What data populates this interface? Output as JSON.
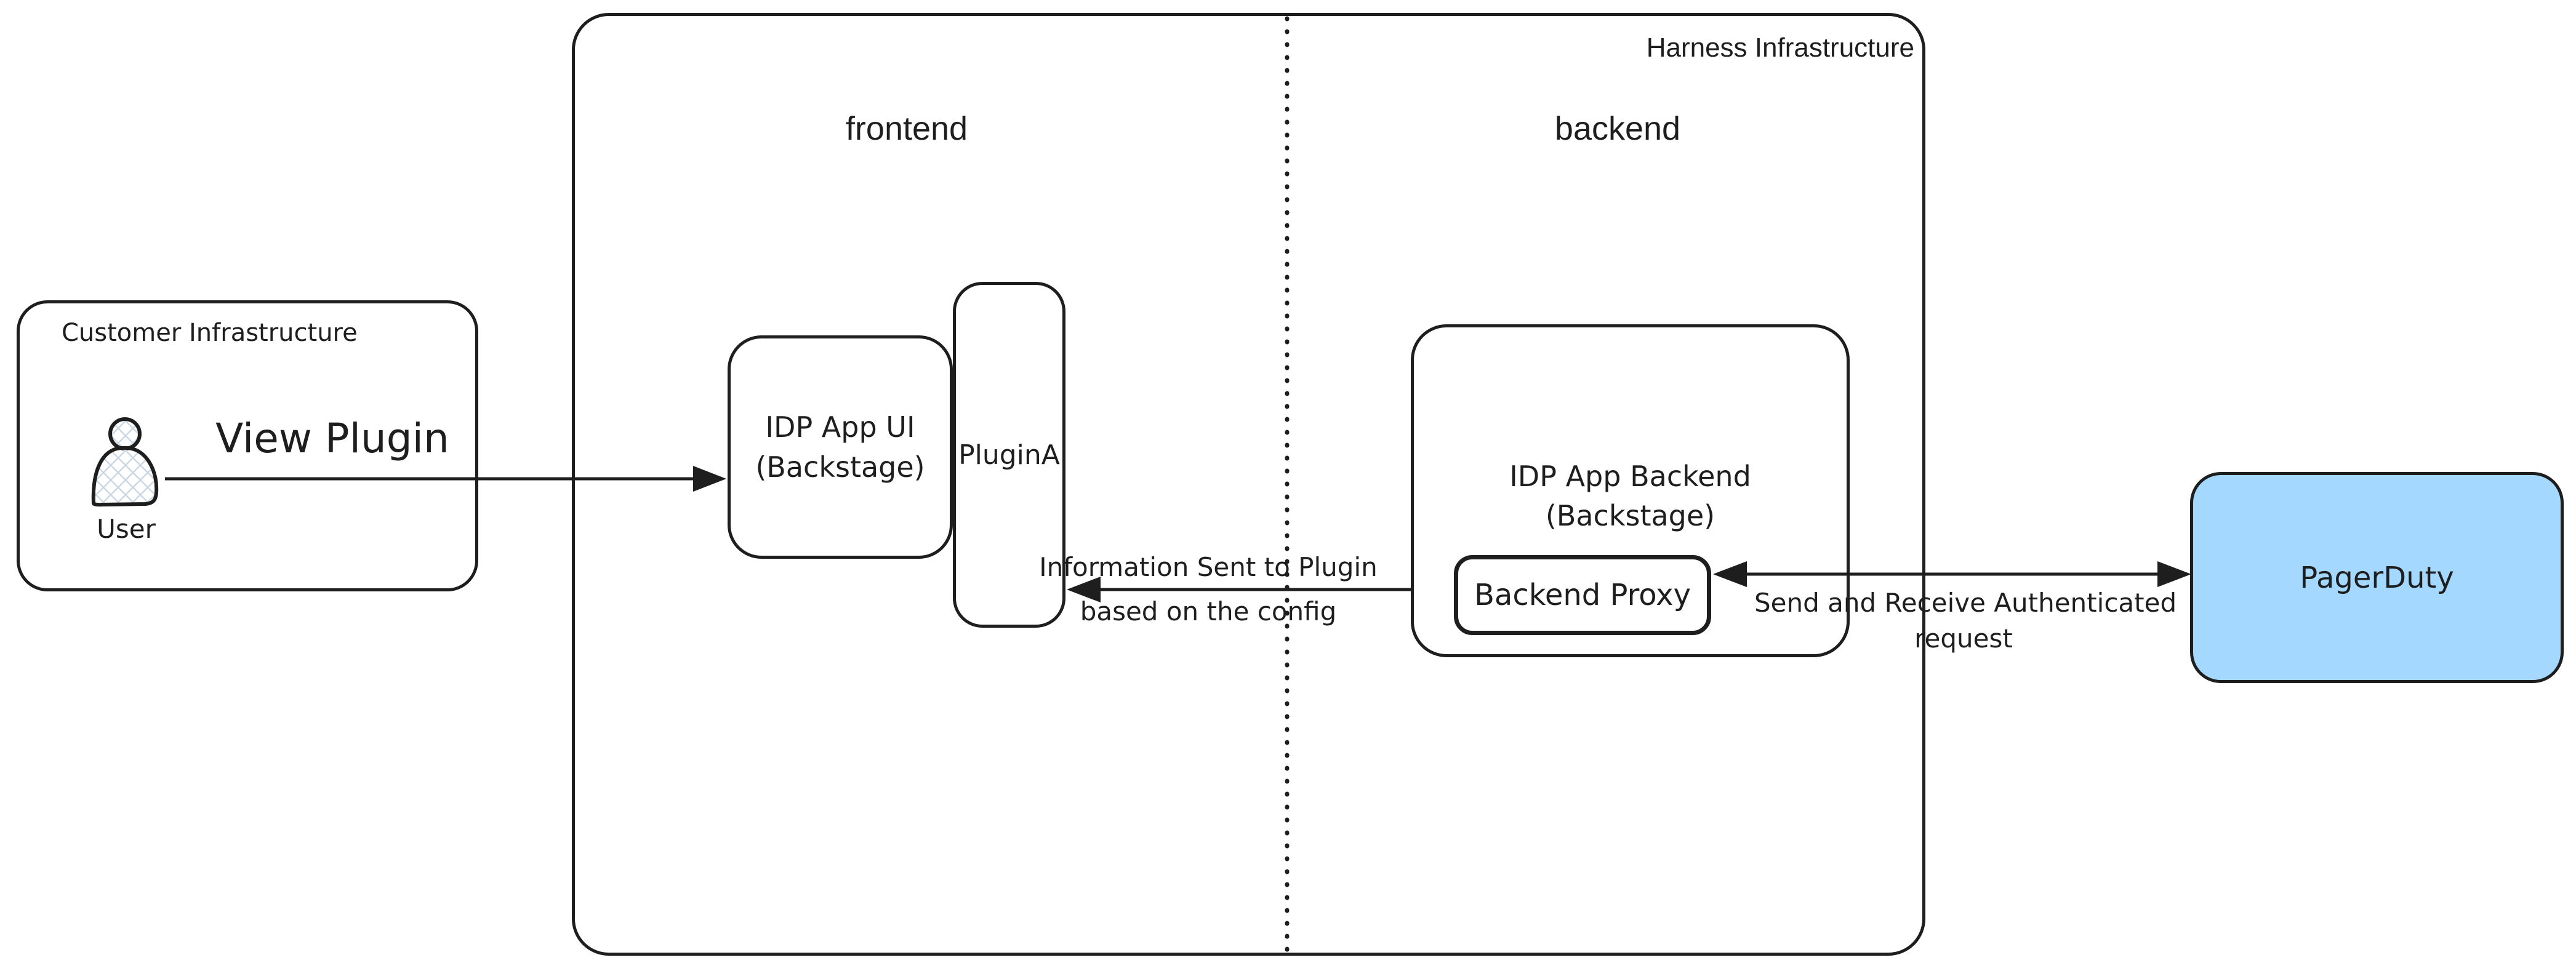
{
  "diagram": {
    "harness": {
      "title": "Harness Infrastructure",
      "frontend_label": "frontend",
      "backend_label": "backend"
    },
    "customer": {
      "title": "Customer Infrastructure",
      "user_label": "User"
    },
    "boxes": {
      "idp_ui_line1": "IDP App UI",
      "idp_ui_line2": "(Backstage)",
      "plugin_a": "PluginA",
      "idp_backend_line1": "IDP App Backend",
      "idp_backend_line2": "(Backstage)",
      "backend_proxy": "Backend Proxy",
      "pagerduty": "PagerDuty"
    },
    "arrows": {
      "view_plugin": "View Plugin",
      "info_line1": "Information Sent to Plugin",
      "info_line2": "based on the config",
      "send_line1": "Send and Receive Authenticated",
      "send_line2": "request"
    },
    "icons": {
      "user": "user-icon"
    },
    "colors": {
      "stroke": "#1e1e1e",
      "pagerduty_fill": "#a5d8ff",
      "hatch": "#ccd8e4"
    }
  }
}
